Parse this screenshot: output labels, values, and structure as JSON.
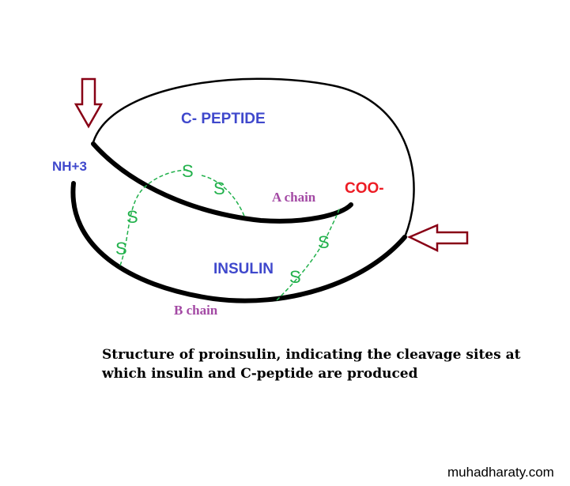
{
  "labels": {
    "c_peptide": "C- PEPTIDE",
    "nh3": "NH+3",
    "a_chain": "A chain",
    "coo": "COO-",
    "insulin": "INSULIN",
    "b_chain": "B chain",
    "disulfide": "S"
  },
  "caption": "Structure of proinsulin, indicating the cleavage sites at which insulin and C-peptide are produced",
  "watermark": "muhadharaty.com",
  "colors": {
    "chain": "#000000",
    "label_blue": "#3f48cc",
    "label_purple": "#a349a4",
    "coo_red": "#ed1c24",
    "disulfide_green": "#22b14c",
    "arrow": "#880015"
  },
  "icons": {
    "cleavage_arrow_top": "down-arrow-outline",
    "cleavage_arrow_right": "left-arrow-outline"
  }
}
